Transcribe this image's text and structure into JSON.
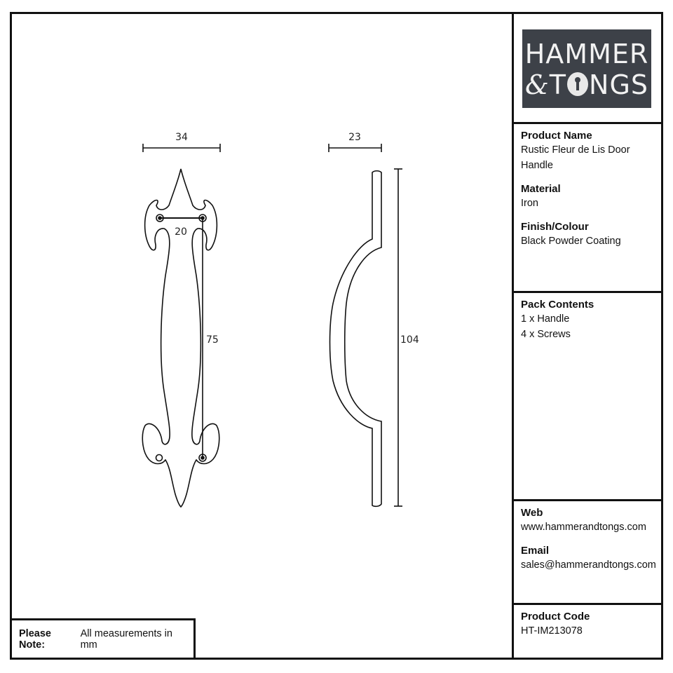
{
  "logo": {
    "line1": "HAMMER",
    "line2_amp": "&",
    "line2_t": "T",
    "line2_rest": "NGS",
    "colors": {
      "background": "#3d4148",
      "text": "#f2f2f2"
    }
  },
  "product_name": {
    "label": "Product Name",
    "value_line1": "Rustic Fleur de Lis Door",
    "value_line2": "Handle"
  },
  "material": {
    "label": "Material",
    "value": "Iron"
  },
  "finish": {
    "label": "Finish/Colour",
    "value": "Black Powder Coating"
  },
  "pack_contents": {
    "label": "Pack Contents",
    "items": [
      "1 x Handle",
      "4 x Screws"
    ]
  },
  "web": {
    "label": "Web",
    "value": "www.hammerandtongs.com"
  },
  "email": {
    "label": "Email",
    "value": "sales@hammerandtongs.com"
  },
  "product_code": {
    "label": "Product Code",
    "value": "HT-IM213078"
  },
  "note": {
    "label": "Please Note:",
    "text": "All measurements in mm"
  },
  "dimensions": {
    "front_width": "34",
    "hole_spacing_horizontal": "20",
    "hole_spacing_vertical": "75",
    "side_depth": "23",
    "overall_height": "104"
  }
}
